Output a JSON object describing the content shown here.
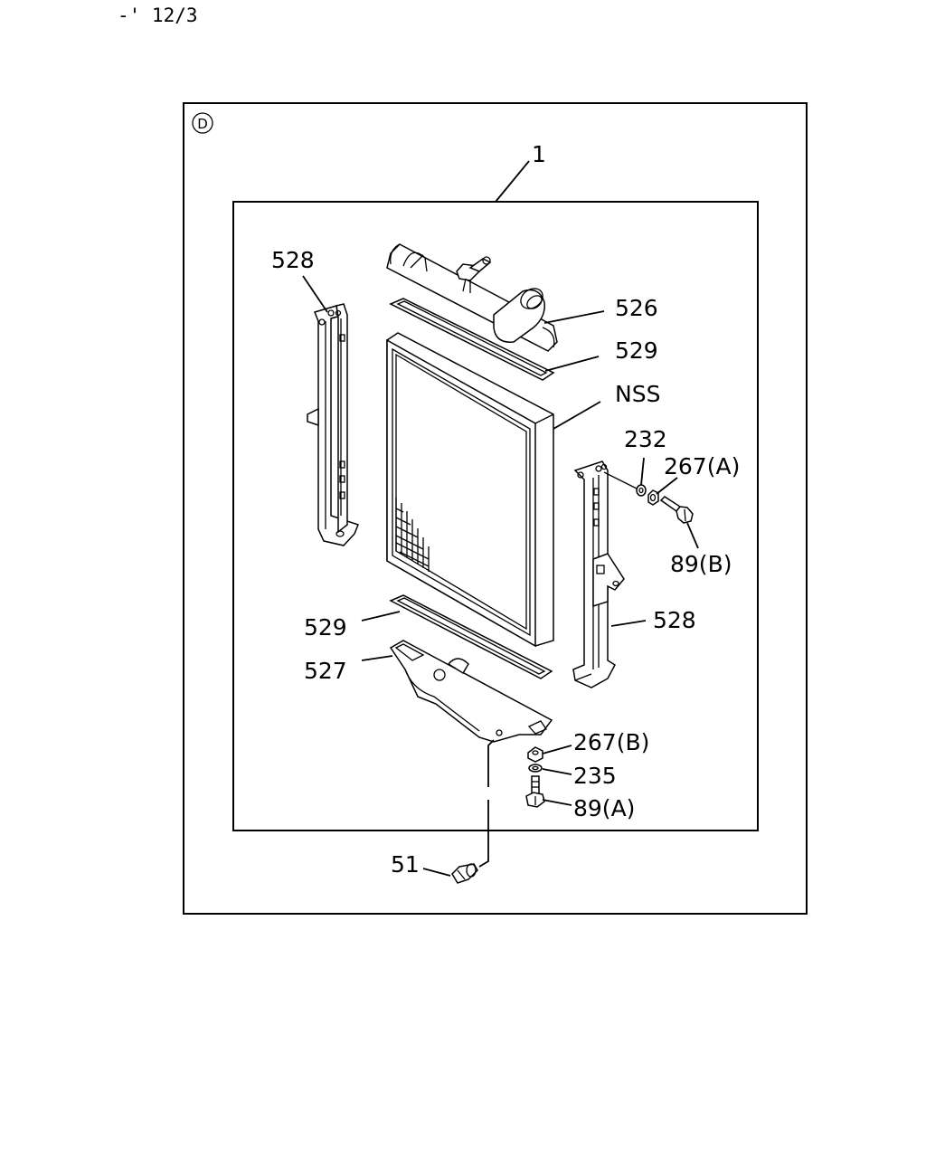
{
  "header": {
    "page_ref": "-' 12/3"
  },
  "view": {
    "marker": "D"
  },
  "callouts": {
    "assembly": "1",
    "bracket_left": "528",
    "bracket_right": "528",
    "top_tank": "526",
    "seal_upper": "529",
    "seal_lower": "529",
    "core": "NSS",
    "lower_tank": "527",
    "washer_232": "232",
    "nut_267a": "267(A)",
    "bolt_89b": "89(B)",
    "nut_267b": "267(B)",
    "washer_235": "235",
    "bolt_89a": "89(A)",
    "drain_cock": "51"
  }
}
